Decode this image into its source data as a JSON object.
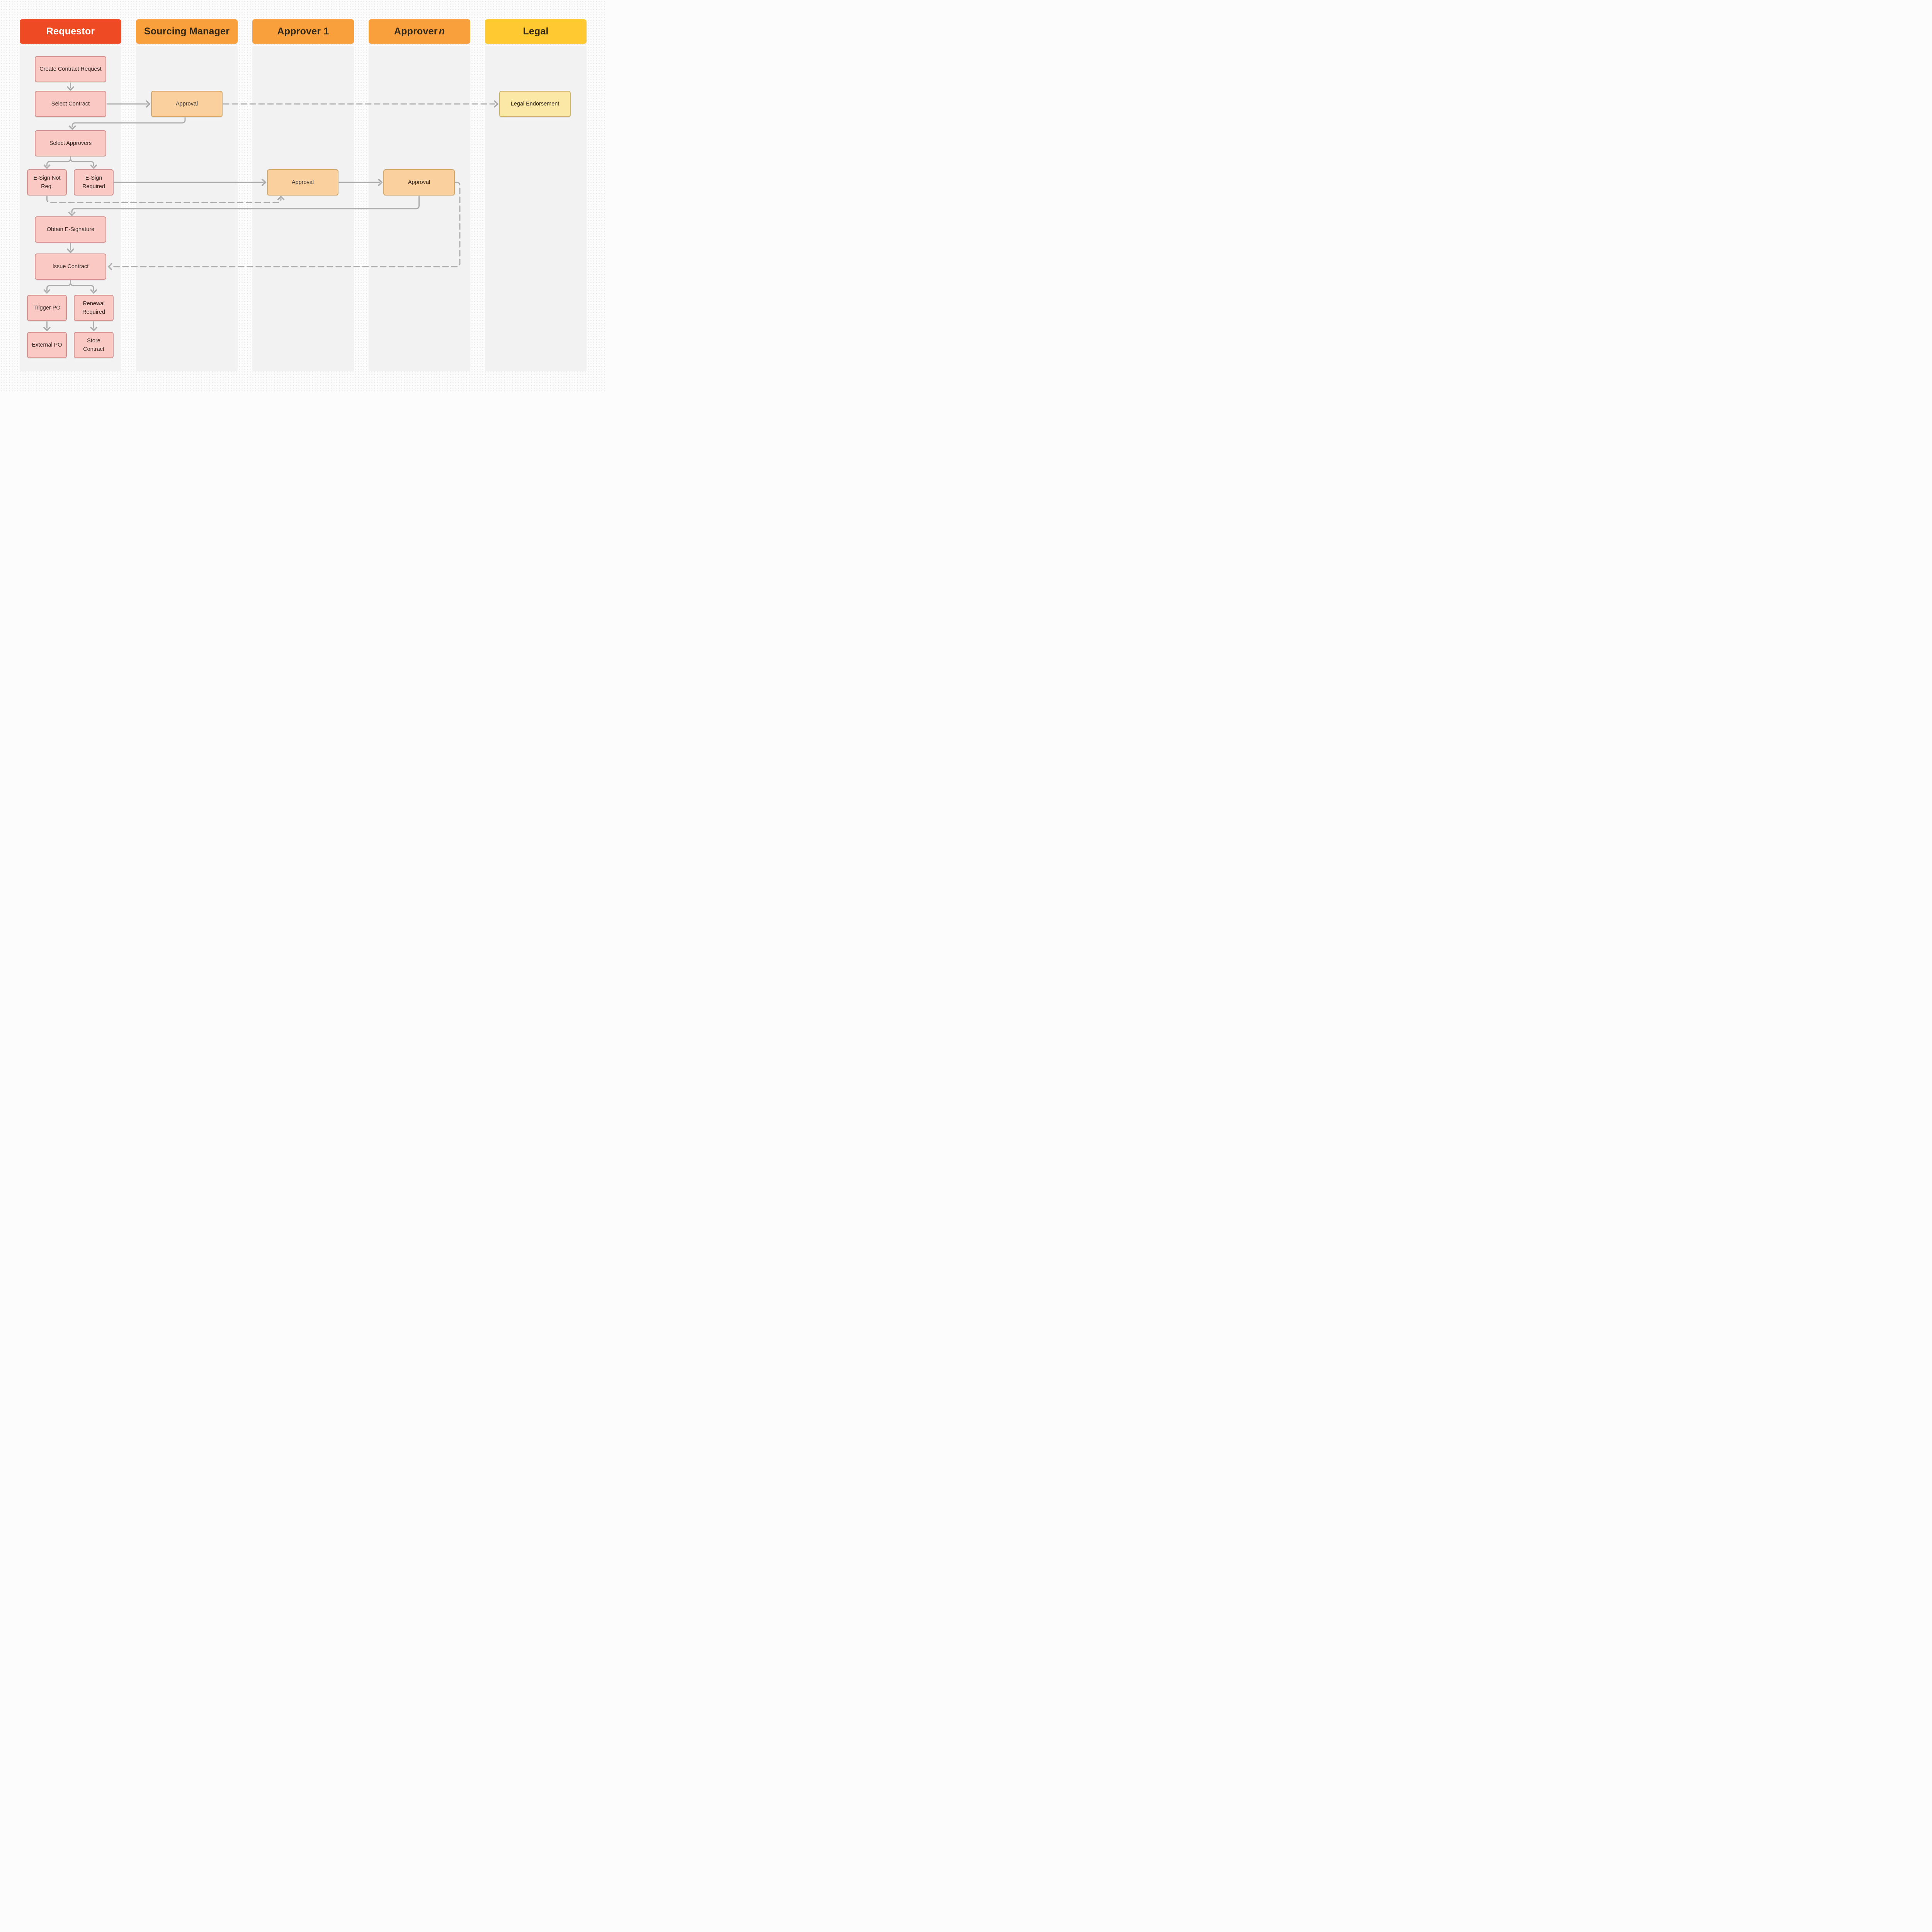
{
  "diagram": {
    "type": "swimlane-flowchart",
    "subject": "Contract request and approval workflow"
  },
  "colors": {
    "canvas_background": "#FCFCFC",
    "dot_grid": "#E1E1E1",
    "lane_background": "#F2F2F2",
    "requestor_header": "#EE4A24",
    "manager_approver_header": "#F9A03C",
    "legal_header": "#FFC931",
    "header_text_light": "#FFFFFF",
    "header_text_dark": "#32281A",
    "task_fill": "#FBC9C4",
    "task_border": "#D29490",
    "approval_fill": "#F9D09E",
    "approval_border": "#D3A86B",
    "legal_fill": "#FBE8A7",
    "legal_border": "#CBB46A",
    "connector": "#ADADAD",
    "node_text": "#322A26"
  },
  "lanes": [
    {
      "id": "requestor",
      "header": "Requestor"
    },
    {
      "id": "sourcing-manager",
      "header": "Sourcing Manager"
    },
    {
      "id": "approver-1",
      "header": "Approver 1"
    },
    {
      "id": "approver-n",
      "header_main": "Approver",
      "header_suffix": "n"
    },
    {
      "id": "legal",
      "header": "Legal"
    }
  ],
  "nodes": {
    "create_contract_request": {
      "lane": "Requestor",
      "label": "Create Contract Request"
    },
    "select_contract": {
      "lane": "Requestor",
      "label": "Select Contract"
    },
    "select_approvers": {
      "lane": "Requestor",
      "label": "Select Approvers"
    },
    "e_sign_not_required": {
      "lane": "Requestor",
      "label": "E-Sign Not Req."
    },
    "e_sign_required": {
      "lane": "Requestor",
      "label": "E-Sign Required"
    },
    "obtain_e_signature": {
      "lane": "Requestor",
      "label": "Obtain E-Signature"
    },
    "issue_contract": {
      "lane": "Requestor",
      "label": "Issue Contract"
    },
    "trigger_po": {
      "lane": "Requestor",
      "label": "Trigger PO"
    },
    "renewal_required": {
      "lane": "Requestor",
      "label": "Renewal Required"
    },
    "external_po": {
      "lane": "Requestor",
      "label": "External PO"
    },
    "store_contract": {
      "lane": "Requestor",
      "label": "Store Contract"
    },
    "approval_sourcing_manager": {
      "lane": "Sourcing Manager",
      "label": "Approval"
    },
    "approval_approver_1": {
      "lane": "Approver 1",
      "label": "Approval"
    },
    "approval_approver_n": {
      "lane": "Approver n",
      "label": "Approval"
    },
    "legal_endorsement": {
      "lane": "Legal",
      "label": "Legal Endorsement"
    }
  },
  "connectors": [
    {
      "from": "create_contract_request",
      "to": "select_contract",
      "style": "solid"
    },
    {
      "from": "select_contract",
      "to": "approval_sourcing_manager",
      "style": "solid"
    },
    {
      "from": "approval_sourcing_manager",
      "to": "legal_endorsement",
      "style": "dashed"
    },
    {
      "from": "approval_sourcing_manager",
      "to": "select_approvers",
      "style": "solid"
    },
    {
      "from": "select_approvers",
      "to": "e_sign_not_required",
      "style": "solid"
    },
    {
      "from": "select_approvers",
      "to": "e_sign_required",
      "style": "solid"
    },
    {
      "from": "e_sign_required",
      "to": "approval_approver_1",
      "style": "solid"
    },
    {
      "from": "approval_approver_1",
      "to": "approval_approver_n",
      "style": "solid"
    },
    {
      "from": "e_sign_not_required",
      "to": "approval_approver_1",
      "style": "dashed"
    },
    {
      "from": "approval_approver_n",
      "to": "obtain_e_signature",
      "style": "solid"
    },
    {
      "from": "approval_approver_n",
      "to": "issue_contract",
      "style": "dashed"
    },
    {
      "from": "obtain_e_signature",
      "to": "issue_contract",
      "style": "solid"
    },
    {
      "from": "issue_contract",
      "to": "trigger_po",
      "style": "solid"
    },
    {
      "from": "issue_contract",
      "to": "renewal_required",
      "style": "solid"
    },
    {
      "from": "trigger_po",
      "to": "external_po",
      "style": "solid"
    },
    {
      "from": "renewal_required",
      "to": "store_contract",
      "style": "solid"
    }
  ]
}
